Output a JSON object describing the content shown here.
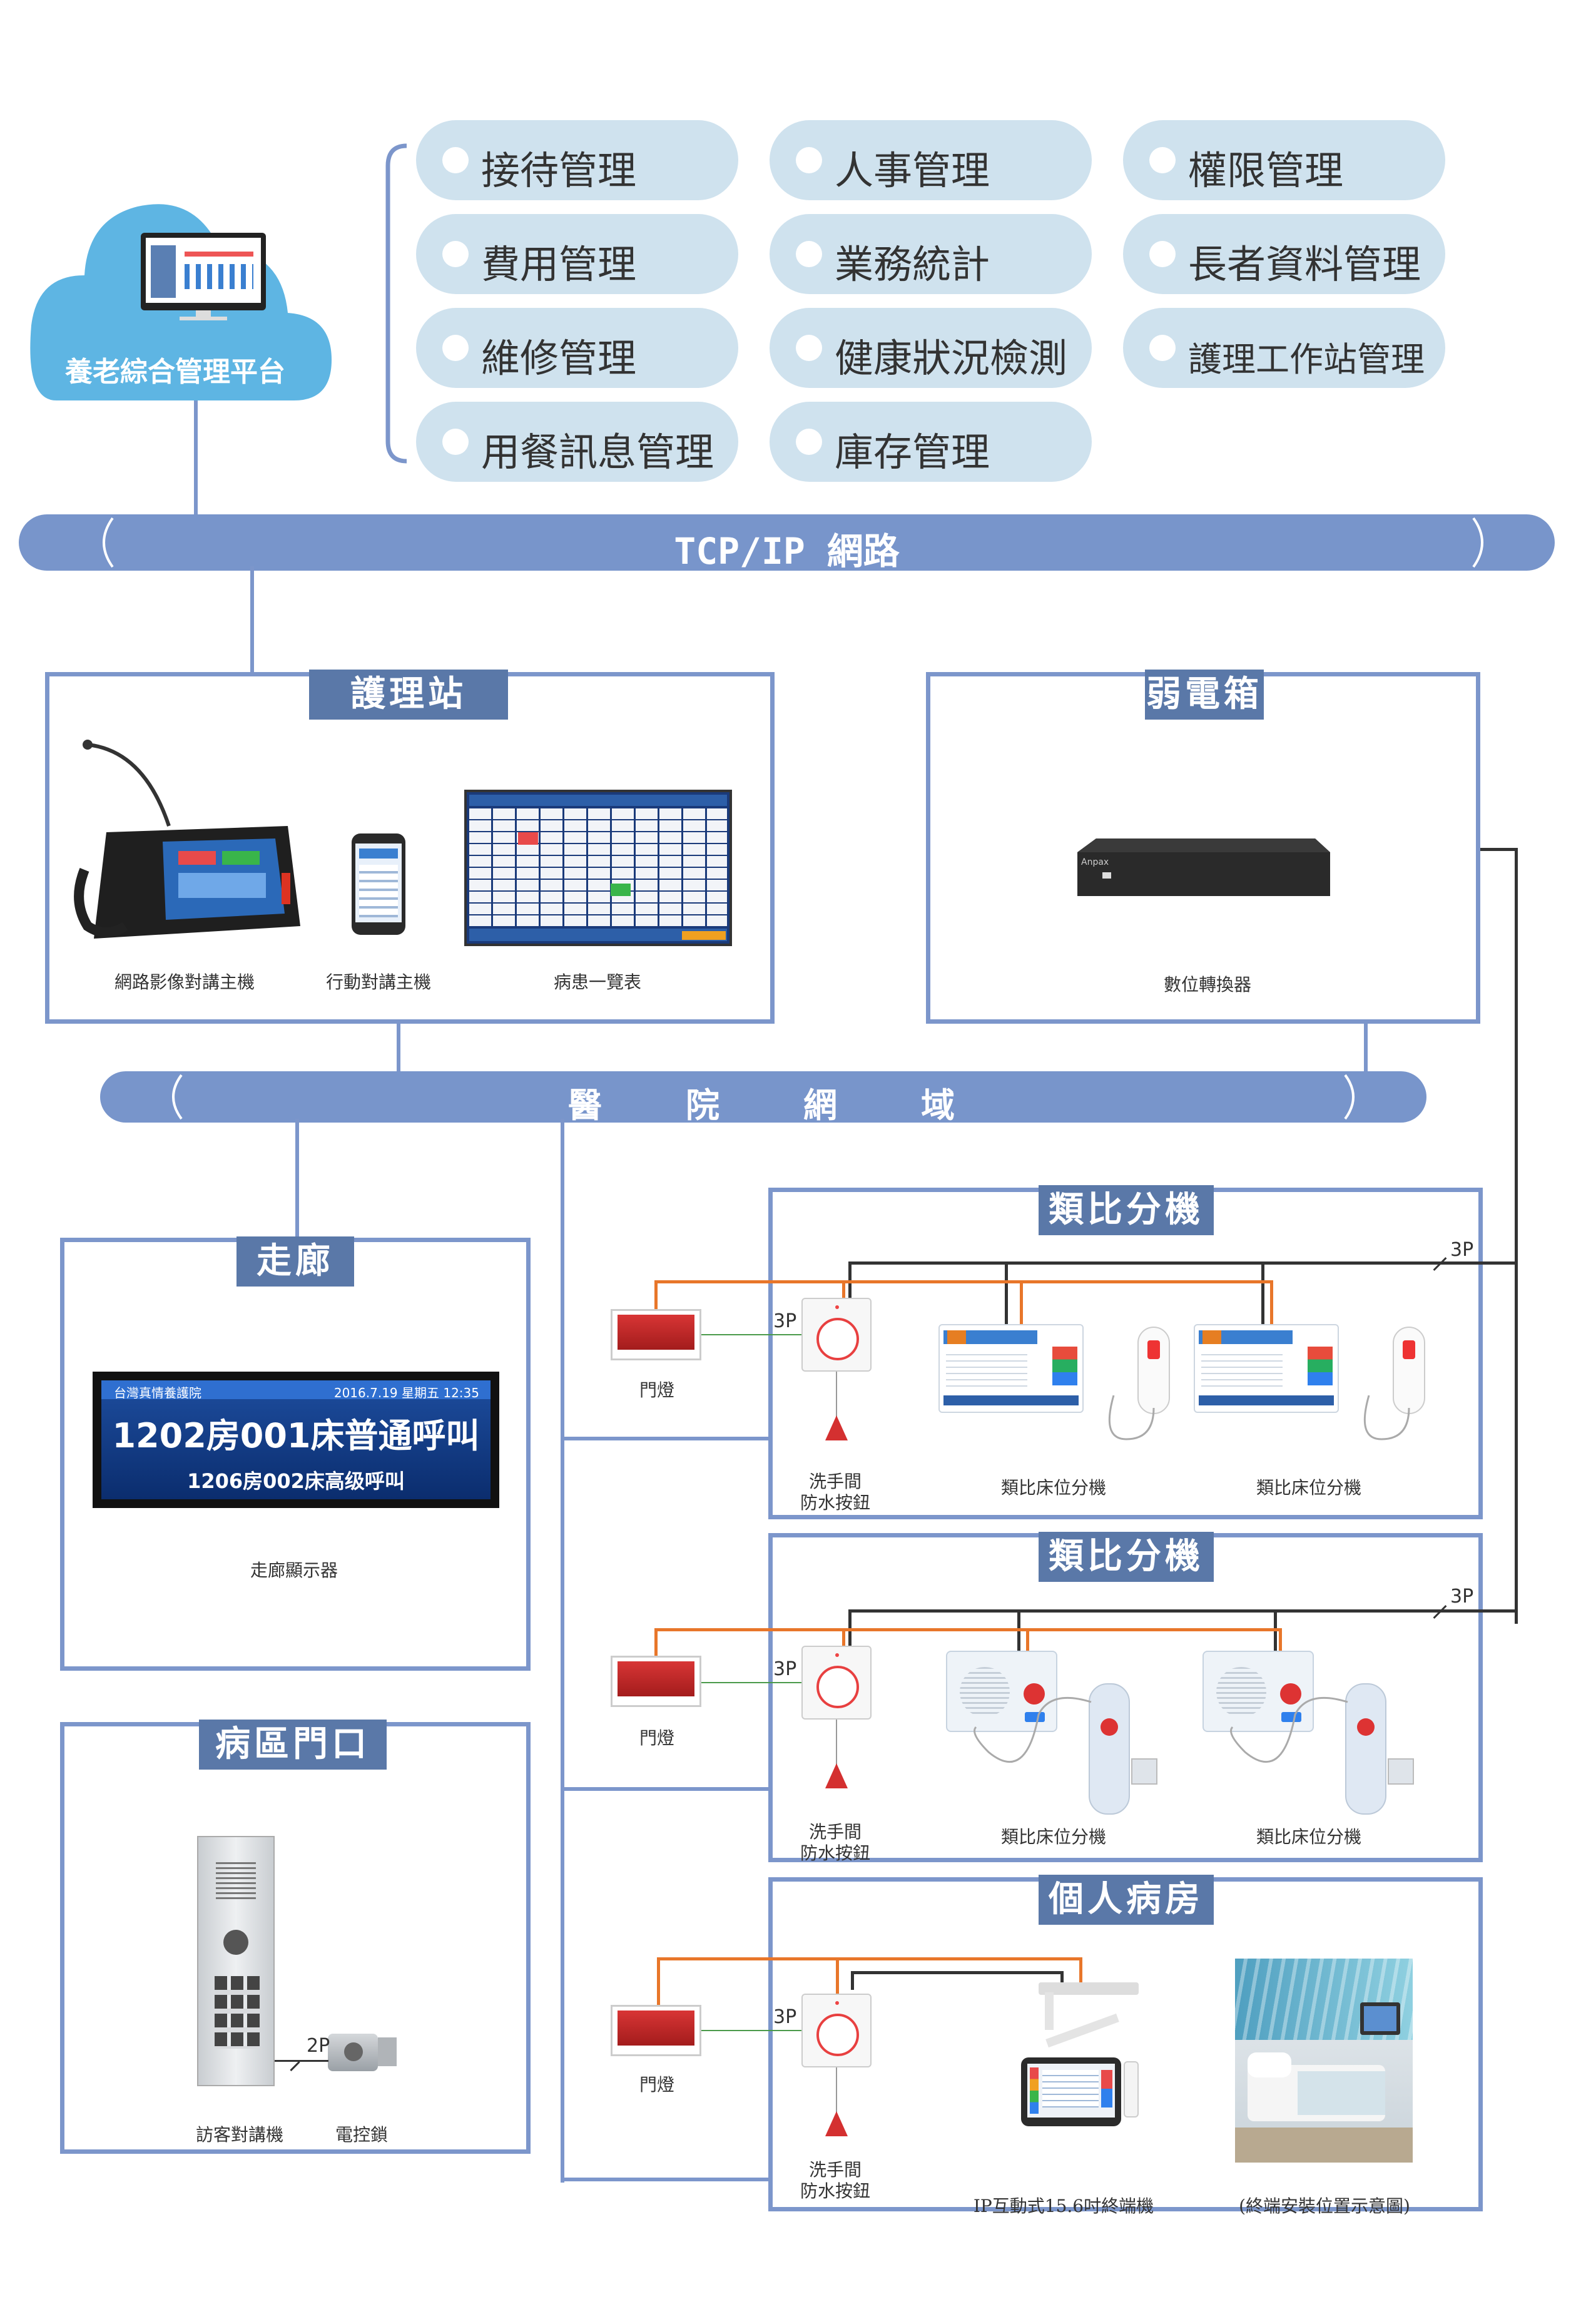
{
  "platform": {
    "label": "養老綜合管理平台"
  },
  "modules": [
    {
      "label": "接待管理"
    },
    {
      "label": "人事管理"
    },
    {
      "label": "權限管理"
    },
    {
      "label": "費用管理"
    },
    {
      "label": "業務統計"
    },
    {
      "label": "長者資料管理"
    },
    {
      "label": "維修管理"
    },
    {
      "label": "健康狀況檢測"
    },
    {
      "label": "護理工作站管理"
    },
    {
      "label": "用餐訊息管理"
    },
    {
      "label": "庫存管理"
    }
  ],
  "networks": {
    "tcpip": "TCP/IP 網路",
    "hospital": [
      "醫",
      "院",
      "網",
      "域"
    ]
  },
  "nurse_station": {
    "title": "護理站",
    "devices": [
      "網路影像對講主機",
      "行動對講主機",
      "病患一覽表"
    ]
  },
  "weak_box": {
    "title": "弱電箱",
    "device": "數位轉換器",
    "brand": "Anpax"
  },
  "corridor": {
    "title": "走廊",
    "caption": "走廊顯示器",
    "display": {
      "org": "台灣真情養護院",
      "datetime": "2016.7.19 星期五 12:35",
      "line1": "1202房001床普通呼叫",
      "line2": "1206房002床高级呼叫"
    }
  },
  "ward_entrance": {
    "title": "病區門口",
    "devices": [
      "訪客對講機",
      "電控鎖"
    ],
    "wire": "2P"
  },
  "analog1": {
    "title": "類比分機",
    "door_light": "門燈",
    "button": [
      "洗手間",
      "防水按鈕"
    ],
    "units": [
      "類比床位分機",
      "類比床位分機"
    ],
    "wire_in": "3P",
    "wire_trunk": "3P"
  },
  "analog2": {
    "title": "類比分機",
    "door_light": "門燈",
    "button": [
      "洗手間",
      "防水按鈕"
    ],
    "units": [
      "類比床位分機",
      "類比床位分機"
    ],
    "wire_in": "3P",
    "wire_trunk": "3P"
  },
  "private_room": {
    "title": "個人病房",
    "door_light": "門燈",
    "button": [
      "洗手間",
      "防水按鈕"
    ],
    "terminal": "IP互動式15.6吋終端機",
    "placement": "(終端安裝位置示意圖)",
    "wire_in": "3P"
  }
}
